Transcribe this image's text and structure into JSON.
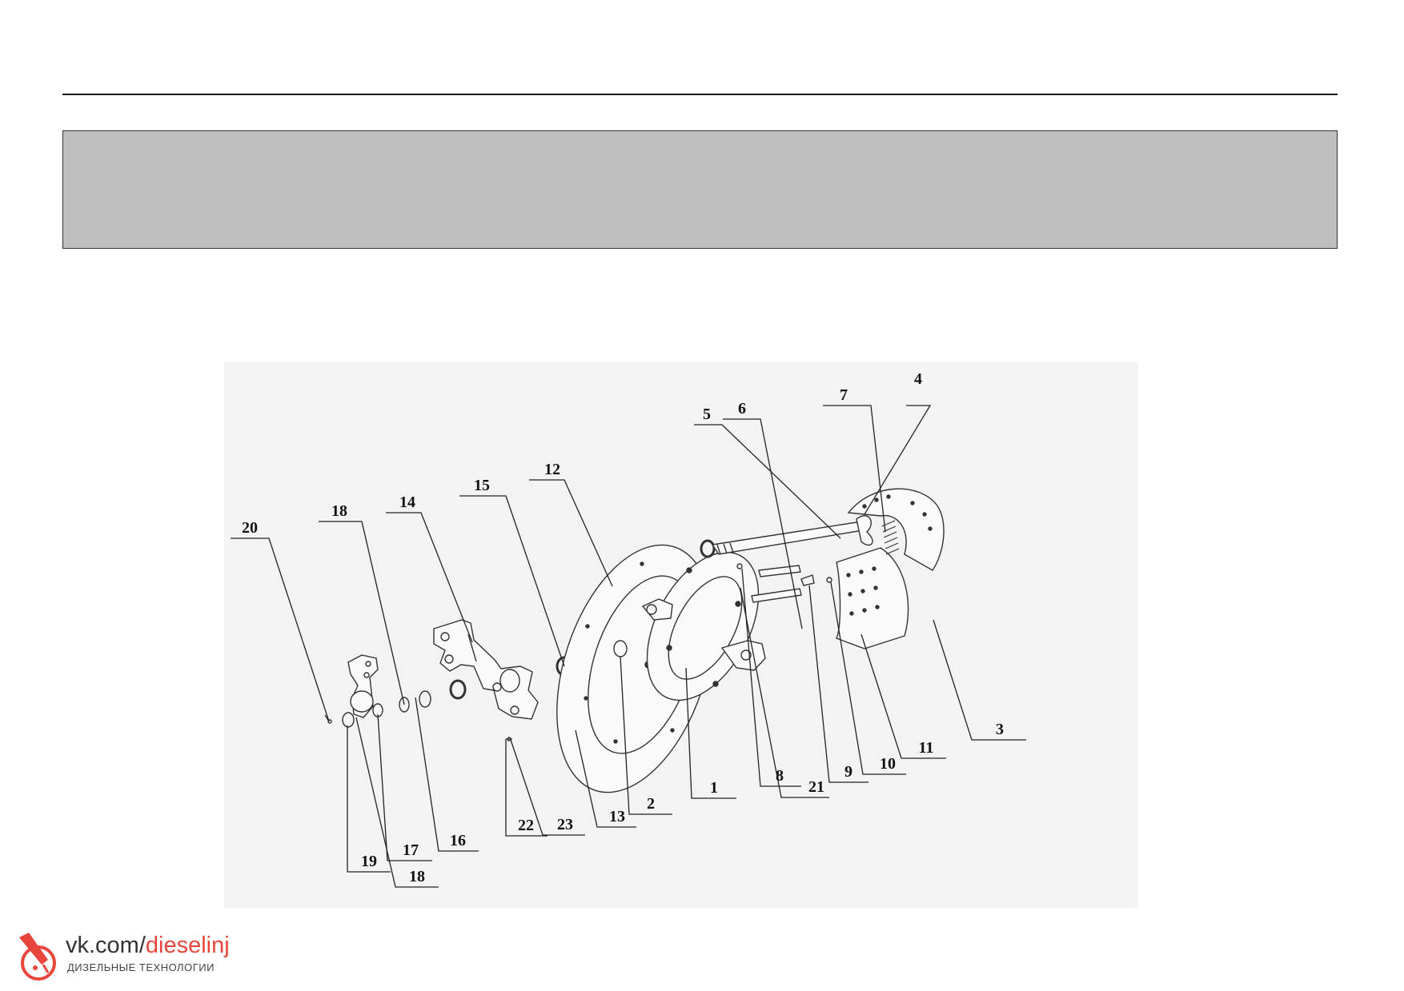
{
  "diagram": {
    "part_labels": [
      "1",
      "2",
      "3",
      "4",
      "5",
      "6",
      "7",
      "8",
      "9",
      "10",
      "11",
      "12",
      "13",
      "14",
      "15",
      "16",
      "17",
      "18",
      "18",
      "19",
      "20",
      "21",
      "22",
      "23"
    ]
  },
  "watermark": {
    "url_prefix": "vk.com/",
    "url_accent": "dieselinj",
    "subtitle": "ДИЗЕЛЬНЫЕ ТЕХНОЛОГИИ"
  },
  "colors": {
    "banner": "#bfbfbf",
    "drawing_background": "#f3f3f3",
    "watermark_accent": "#e8463c"
  }
}
